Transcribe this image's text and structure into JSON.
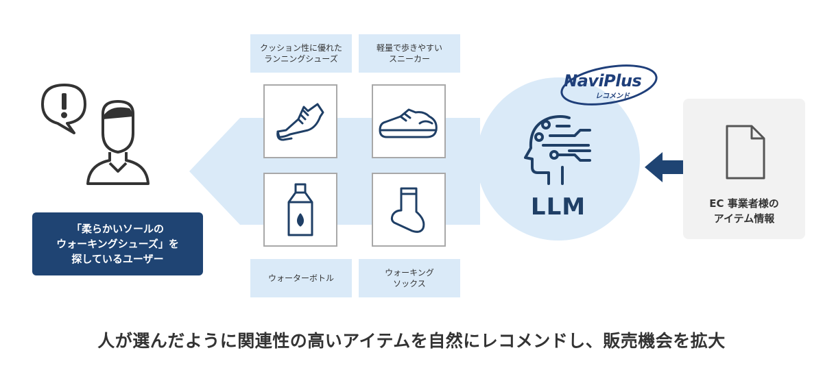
{
  "brand": {
    "name": "NaviPlus",
    "sub": "レコメンド"
  },
  "llm": {
    "label": "LLM"
  },
  "items": [
    {
      "label_lines": [
        "クッション性に優れた",
        "ランニングシューズ"
      ],
      "icon": "running-shoe-icon"
    },
    {
      "label_lines": [
        "軽量で歩きやすい",
        "スニーカー"
      ],
      "icon": "sneaker-icon"
    },
    {
      "label_lines": [
        "ウォーターボトル"
      ],
      "icon": "water-bottle-icon"
    },
    {
      "label_lines": [
        "ウォーキング",
        "ソックス"
      ],
      "icon": "sock-icon"
    }
  ],
  "user": {
    "caption_lines": [
      "「柔らかいソールの",
      "ウォーキングシューズ」を",
      "探しているユーザー"
    ],
    "icon": "user-icon",
    "alert_icon": "exclamation-speech-icon"
  },
  "ec": {
    "lines": [
      "EC 事業者様の",
      "アイテム情報"
    ],
    "icon": "document-icon"
  },
  "headline": "人が選んだように関連性の高いアイテムを自然にレコメンドし、販売機会を拡大",
  "colors": {
    "navy": "#1f4473",
    "light_blue": "#daeaf8",
    "card_border": "#a8a8a8",
    "gray_box": "#f2f2f2"
  }
}
